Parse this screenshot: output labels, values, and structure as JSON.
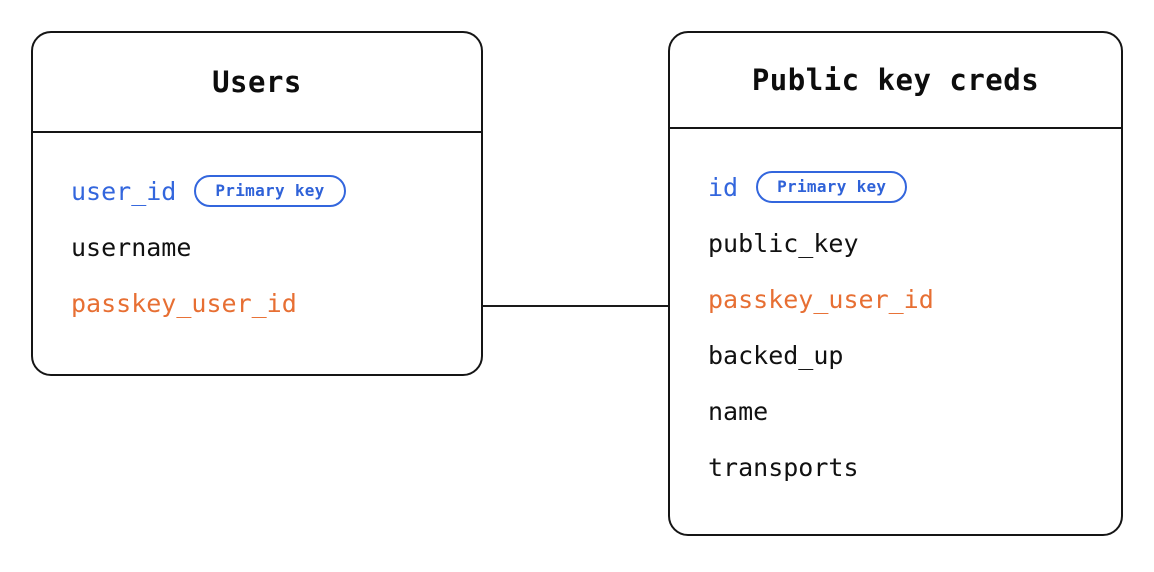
{
  "diagram": {
    "type": "entity-relationship-diagram",
    "background_color": "#ffffff",
    "colors": {
      "border": "#151515",
      "text": "#111111",
      "primary_key": "#3366dd",
      "foreign_key": "#e76f33",
      "badge_border": "#3366dd",
      "connector": "#1a1a1a"
    }
  },
  "badges": {
    "primary_key_label": "Primary key"
  },
  "entities": [
    {
      "id": "users",
      "title": "Users",
      "fields": [
        {
          "name": "user_id",
          "role": "pk",
          "badge": "Primary key"
        },
        {
          "name": "username",
          "role": "plain",
          "badge": null
        },
        {
          "name": "passkey_user_id",
          "role": "fk",
          "badge": null
        }
      ]
    },
    {
      "id": "public-key-creds",
      "title": "Public key creds",
      "fields": [
        {
          "name": "id",
          "role": "pk",
          "badge": "Primary key"
        },
        {
          "name": "public_key",
          "role": "plain",
          "badge": null
        },
        {
          "name": "passkey_user_id",
          "role": "fk",
          "badge": null
        },
        {
          "name": "backed_up",
          "role": "plain",
          "badge": null
        },
        {
          "name": "name",
          "role": "plain",
          "badge": null
        },
        {
          "name": "transports",
          "role": "plain",
          "badge": null
        }
      ]
    }
  ],
  "relationships": [
    {
      "id": "users-to-public-key-creds",
      "from_entity": "users",
      "from_field": "passkey_user_id",
      "to_entity": "public-key-creds",
      "to_field": "passkey_user_id",
      "style": "solid-line"
    }
  ]
}
